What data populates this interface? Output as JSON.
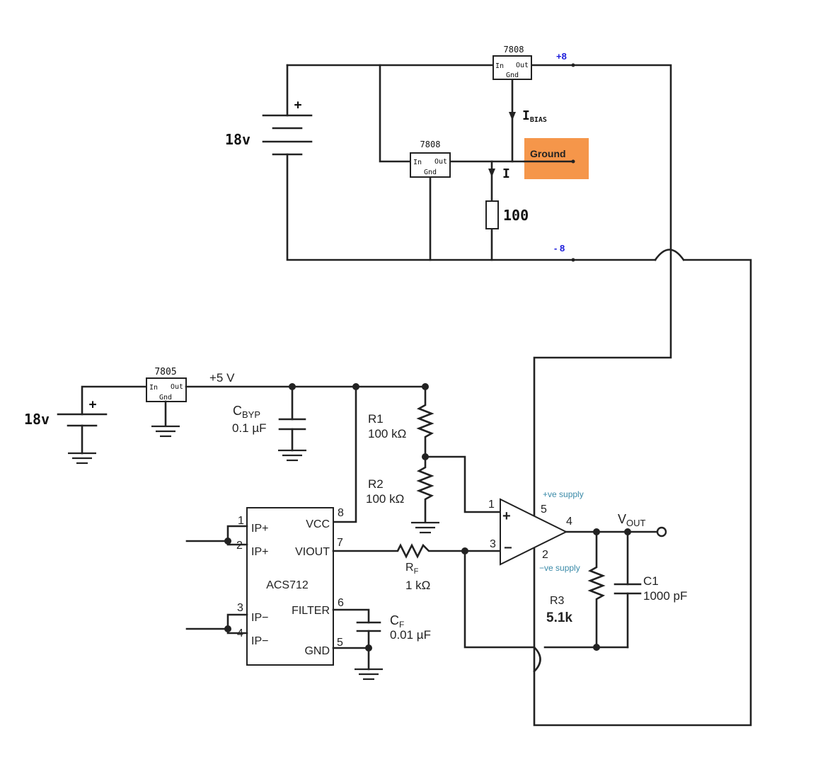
{
  "colors": {
    "wire": "#222222",
    "supply_label": "#1a1adb",
    "rail_note": "#3a8aa8",
    "ground_box": "#f5964a"
  },
  "top": {
    "battery_voltage": "18v",
    "battery_plus": "+",
    "reg_upper": {
      "name": "7808",
      "in": "In",
      "out": "Out",
      "gnd": "Gnd"
    },
    "reg_lower": {
      "name": "7808",
      "in": "In",
      "out": "Out",
      "gnd": "Gnd"
    },
    "ibias_main": "I",
    "ibias_sub": "BIAS",
    "current_label": "I",
    "resistor_value": "100",
    "ground_label": "Ground",
    "plus_rail": "+8",
    "minus_rail": "- 8"
  },
  "bottom": {
    "battery_voltage": "18v",
    "battery_plus": "+",
    "reg": {
      "name": "7805",
      "in": "In",
      "out": "Out",
      "gnd": "Gnd"
    },
    "supply": "+5 V",
    "cbyp": {
      "main": "C",
      "sub": "BYP",
      "value": "0.1 µF"
    },
    "r1": {
      "name": "R1",
      "value": "100 kΩ"
    },
    "r2": {
      "name": "R2",
      "value": "100 kΩ"
    },
    "rf": {
      "main": "R",
      "sub": "F",
      "value": "1 kΩ"
    },
    "cf": {
      "main": "C",
      "sub": "F",
      "value": "0.01 µF"
    },
    "r3": {
      "name": "R3",
      "value": "5.1k"
    },
    "c1": {
      "name": "C1",
      "value": "1000 pF"
    },
    "vout": {
      "main": "V",
      "sub": "OUT"
    },
    "ic": {
      "name": "ACS712",
      "pins": [
        {
          "num": "1",
          "label": "IP+"
        },
        {
          "num": "2",
          "label": "IP+"
        },
        {
          "num": "3",
          "label": "IP−"
        },
        {
          "num": "4",
          "label": "IP−"
        },
        {
          "num": "8",
          "label": "VCC"
        },
        {
          "num": "7",
          "label": "VIOUT"
        },
        {
          "num": "6",
          "label": "FILTER"
        },
        {
          "num": "5",
          "label": "GND"
        }
      ]
    },
    "opamp": {
      "plus_sign": "+",
      "minus_sign": "−",
      "pin_in_plus": "1",
      "pin_in_minus": "3",
      "pin_out": "4",
      "pin_vpos": "5",
      "pin_vneg": "2",
      "vpos_note": "+ve supply",
      "vneg_note": "−ve supply"
    }
  }
}
